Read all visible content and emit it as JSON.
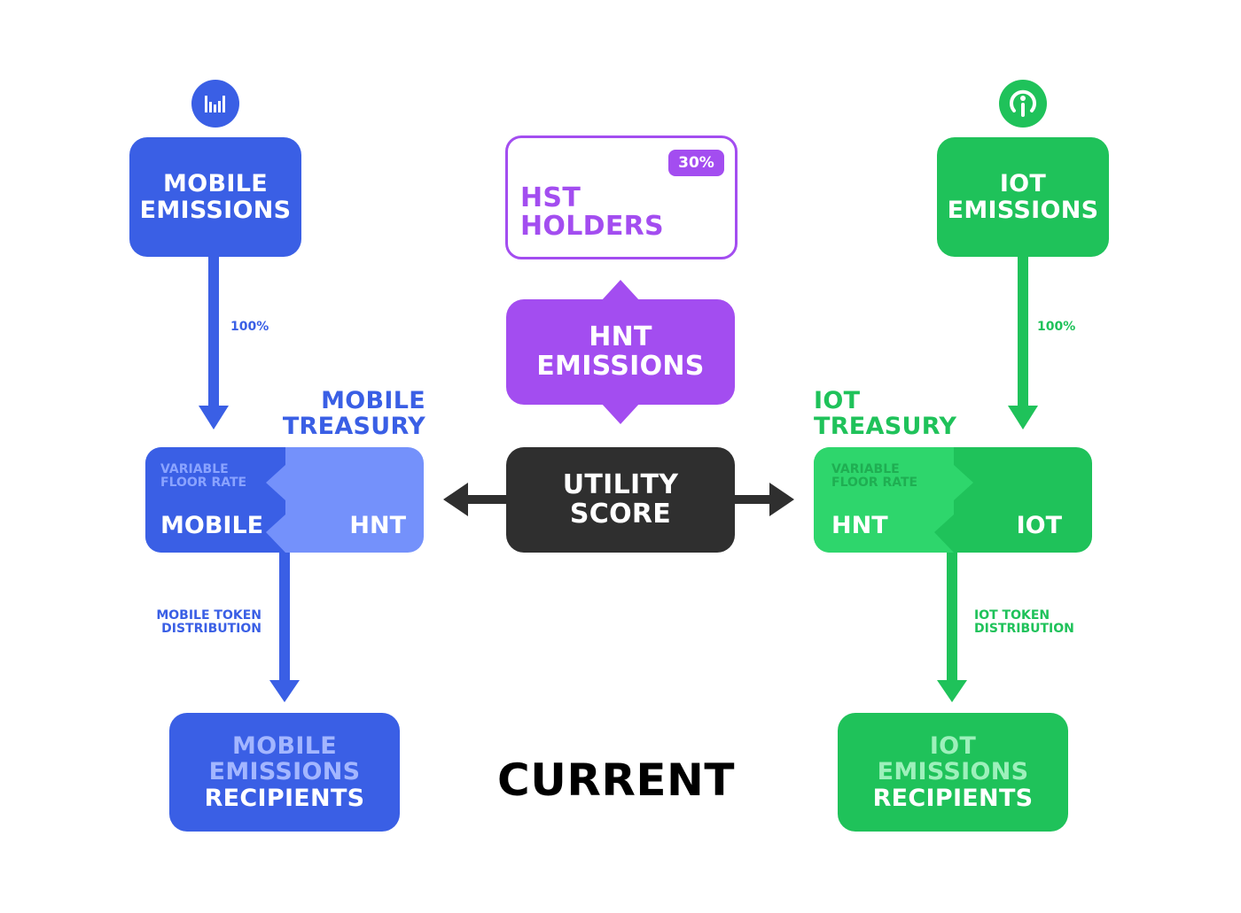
{
  "colors": {
    "blue": "#3a5fe5",
    "blue_light": "#7491fb",
    "green": "#1fc25a",
    "green_light": "#2ed66c",
    "purple": "#a34df0",
    "dark": "#2f2f2f",
    "text_faded_blue": "#a3b6ff",
    "text_faded_green": "#9df0bb"
  },
  "icons": {
    "mobile": "bar-chart-icon",
    "iot": "hotspot-icon"
  },
  "mobile_emissions": {
    "line1": "MOBILE",
    "line2": "EMISSIONS"
  },
  "iot_emissions": {
    "line1": "IOT",
    "line2": "EMISSIONS"
  },
  "mobile_flow_pct": "100%",
  "iot_flow_pct": "100%",
  "hst_holders": {
    "badge": "30%",
    "line1": "HST",
    "line2": "HOLDERS"
  },
  "hnt_emissions": {
    "line1": "HNT",
    "line2": "EMISSIONS"
  },
  "utility_score": {
    "line1": "UTILITY",
    "line2": "SCORE"
  },
  "mobile_treasury": {
    "title1": "MOBILE",
    "title2": "TREASURY",
    "note1": "VARIABLE",
    "note2": "FLOOR RATE",
    "left_token": "MOBILE",
    "right_token": "HNT"
  },
  "iot_treasury": {
    "title1": "IOT",
    "title2": "TREASURY",
    "note1": "VARIABLE",
    "note2": "FLOOR RATE",
    "left_token": "HNT",
    "right_token": "IOT"
  },
  "mobile_distribution": {
    "line1": "MOBILE TOKEN",
    "line2": "DISTRIBUTION"
  },
  "iot_distribution": {
    "line1": "IOT TOKEN",
    "line2": "DISTRIBUTION"
  },
  "mobile_recipients": {
    "line1": "MOBILE",
    "line2": "EMISSIONS",
    "line3": "RECIPIENTS"
  },
  "iot_recipients": {
    "line1": "IOT",
    "line2": "EMISSIONS",
    "line3": "RECIPIENTS"
  },
  "caption": "CURRENT"
}
